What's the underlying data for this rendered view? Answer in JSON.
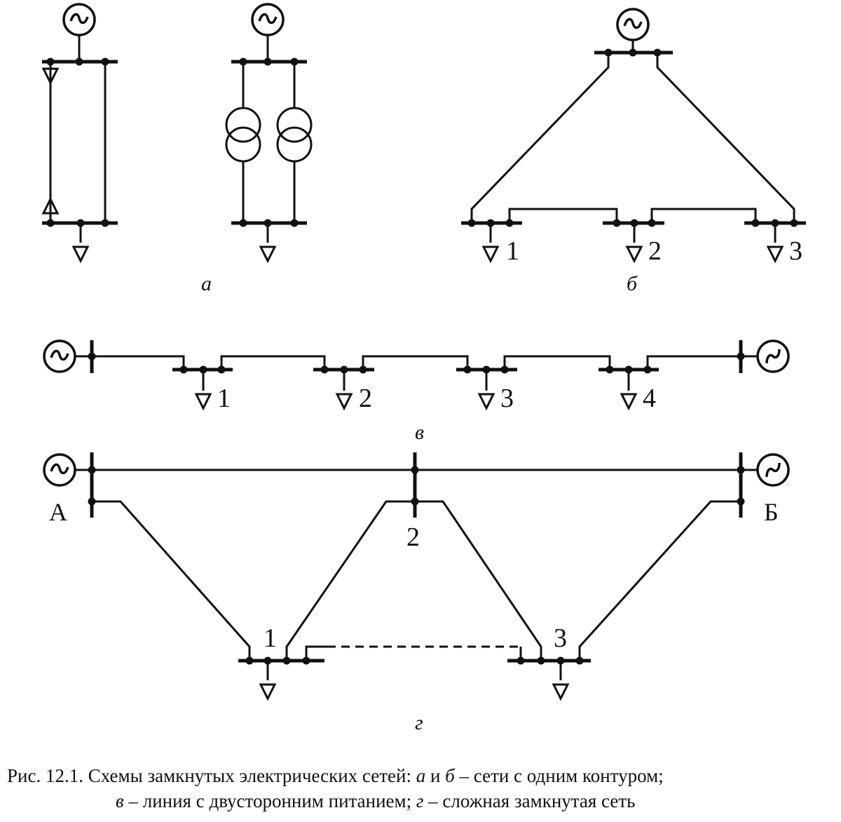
{
  "diagram": {
    "sublabels": {
      "a": "а",
      "b": "б",
      "v": "в",
      "g": "г"
    },
    "b_node_numbers": [
      "1",
      "2",
      "3"
    ],
    "v_node_numbers": [
      "1",
      "2",
      "3",
      "4"
    ],
    "g_node_numbers": [
      "1",
      "2",
      "3"
    ],
    "g_source_labels": {
      "left": "А",
      "right": "Б"
    },
    "generator_symbol": "~"
  },
  "caption": {
    "line1_prefix": "Рис. 12.1. Схемы замкнутых электрических сетей: ",
    "line1_a": "а",
    "line1_and": " и ",
    "line1_b": "б",
    "line1_rest": " – сети с одним контуром;",
    "line2_v": "в",
    "line2_mid": " – линия с двусторонним питанием; ",
    "line2_g": "г",
    "line2_rest": " – сложная замкнутая сеть"
  }
}
